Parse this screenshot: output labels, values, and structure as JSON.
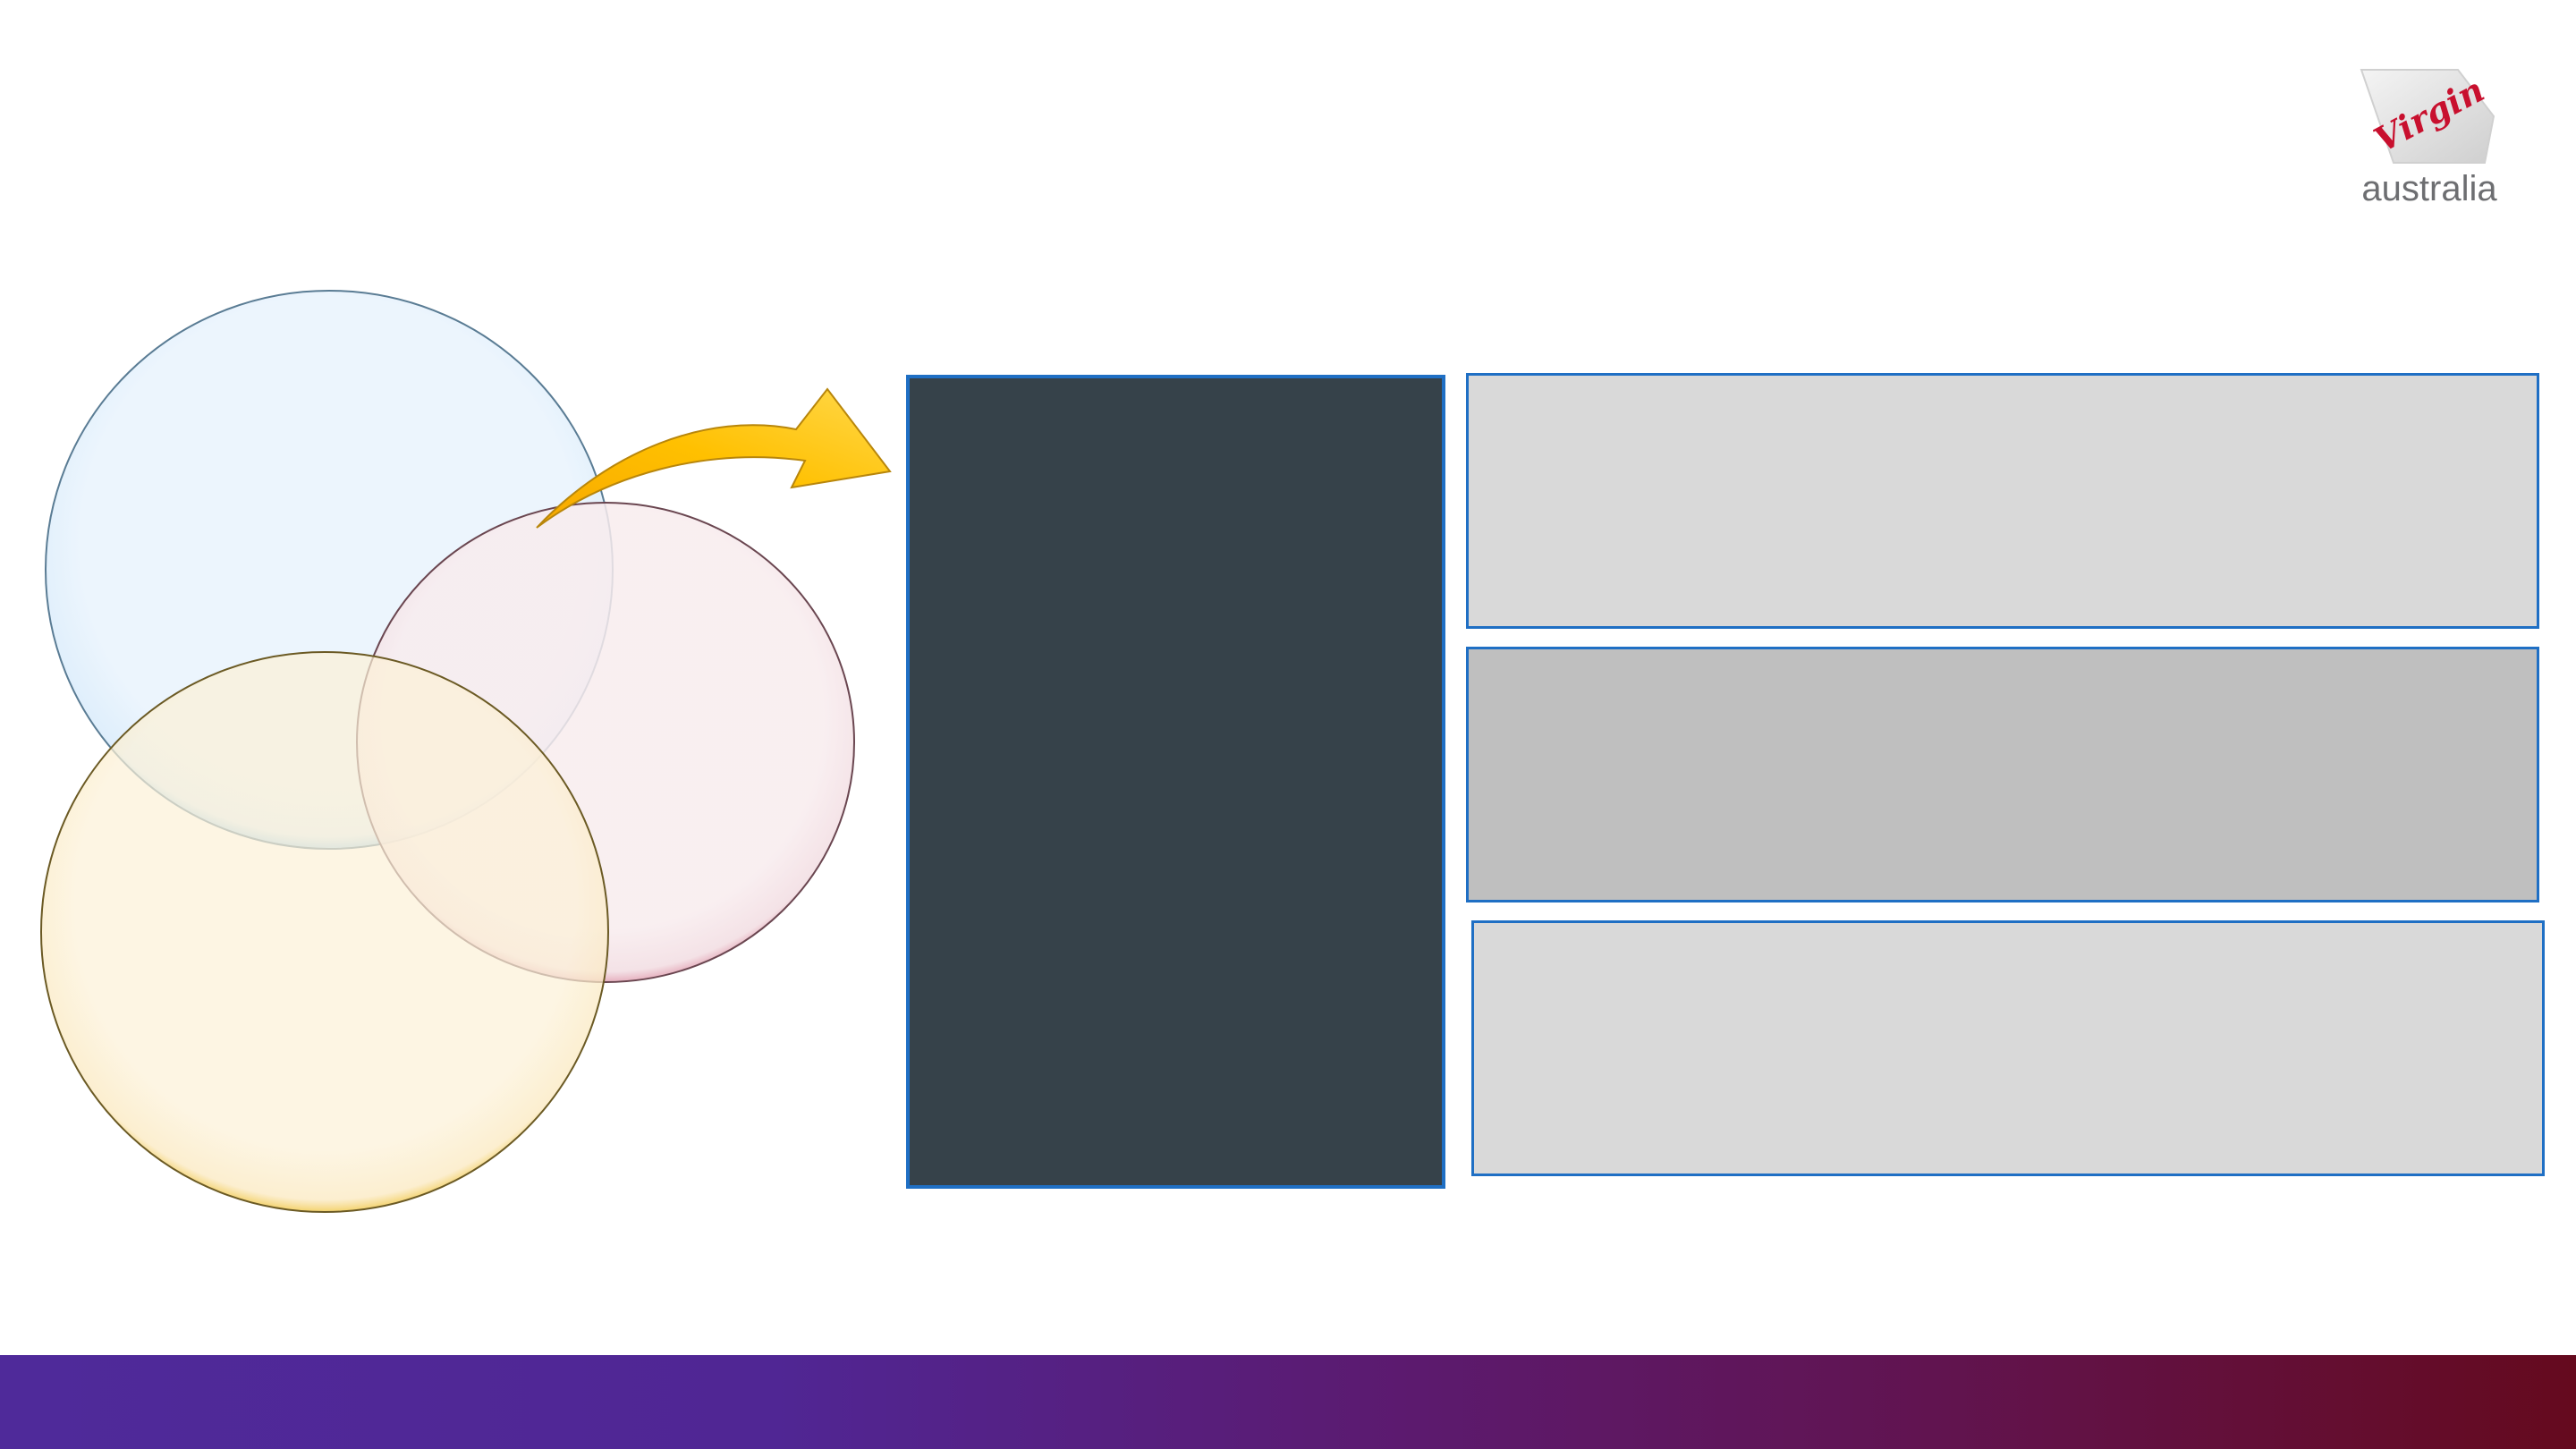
{
  "logo": {
    "script_text": "Virgin",
    "word_text": "australia",
    "brand_color": "#c8102e",
    "word_color": "#6d6e71"
  },
  "diagram": {
    "circles": [
      {
        "name": "blue",
        "fill": "#eaf4fd",
        "stroke": "#6aaed6"
      },
      {
        "name": "pink",
        "fill": "#f8ecee",
        "stroke": "#c97a8e"
      },
      {
        "name": "yellow",
        "fill": "#fdf5e2",
        "stroke": "#e8c04a"
      }
    ],
    "arrow_color": "#ffc000"
  },
  "panels": {
    "dark_color": "#36424a",
    "light_color": "#d9d9d9",
    "mid_color": "#bfbfbf",
    "border_color": "#1f6fc4"
  },
  "footer": {
    "gradient_start": "#4f2a9a",
    "gradient_end": "#650a1e"
  }
}
